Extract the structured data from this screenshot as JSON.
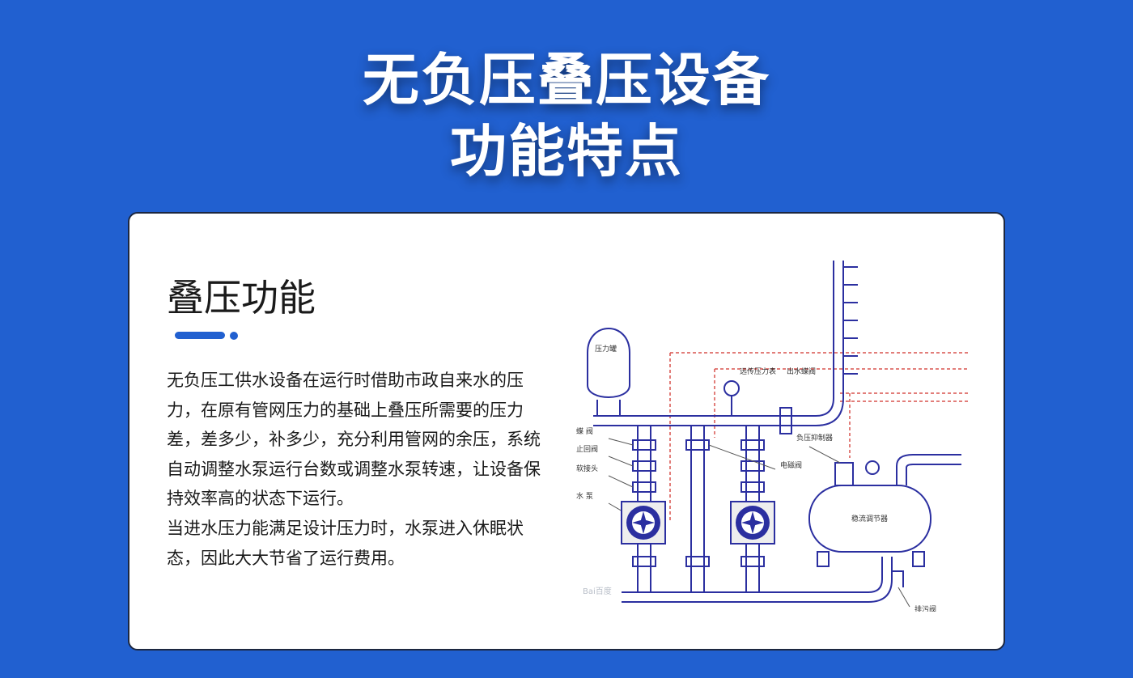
{
  "header": {
    "line1": "无负压叠压设备",
    "line2": "功能特点"
  },
  "section": {
    "title": "叠压功能",
    "paragraph1": "无负压工供水设备在运行时借助市政自来水的压力，在原有管网压力的基础上叠压所需要的压力差，差多少，补多少，充分利用管网的余压，系统自动调整水泵运行台数或调整水泵转速，让设备保持效率高的状态下运行。",
    "paragraph2": "当进水压力能满足设计压力时，水泵进入休眠状态，因此大大节省了运行费用。"
  },
  "diagram": {
    "labels": {
      "pressure_tank": "压力罐",
      "remote_gauge": "远传压力表",
      "outlet_valve": "出水蝶阀",
      "butterfly_valve": "蝶 阀",
      "check_valve": "止回阀",
      "soft_joint": "软接头",
      "pump": "水 泵",
      "suppressor": "负压抑制器",
      "solenoid": "电磁阀",
      "stabilizer": "稳流调节器",
      "drain_valve": "排污阀"
    },
    "watermark": "Bai百度"
  },
  "colors": {
    "background": "#2160d0",
    "accent": "#2160d0",
    "pipe": "#2b2fa0",
    "dashed_line": "#d9534f"
  }
}
